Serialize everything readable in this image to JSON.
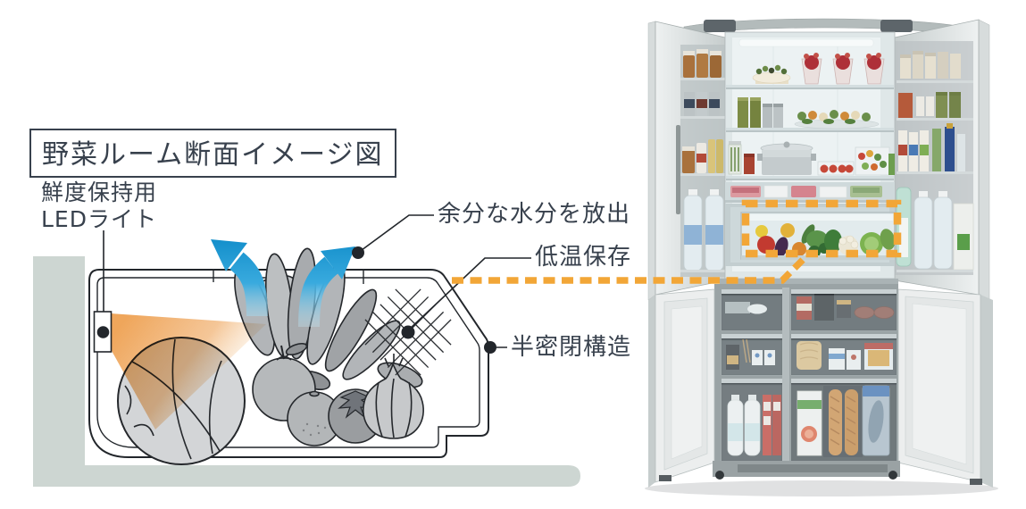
{
  "diagram": {
    "title": "野菜ルーム断面イメージ図",
    "labels": {
      "led_line1": "鮮度保持用",
      "led_line2": "LEDライト",
      "moisture": "余分な水分を放出",
      "low_temp": "低温保存",
      "semi_sealed": "半密閉構造"
    },
    "colors": {
      "text": "#38414d",
      "outline": "#22262b",
      "backdrop_gray": "#cdd6d2",
      "beam_orange": "#eea152",
      "arrow_blue": "#1e9cd8",
      "highlight_orange": "#f2a637"
    },
    "icons": {
      "led": "led-light-dot-icon",
      "airflow": "moisture-arrow-icon",
      "cooling": "cold-mesh-icon",
      "seal_point": "callout-dot-icon"
    }
  },
  "photo": {
    "subject": "open french-door refrigerator, vegetable room highlighted",
    "highlight_color": "#f2a637"
  }
}
